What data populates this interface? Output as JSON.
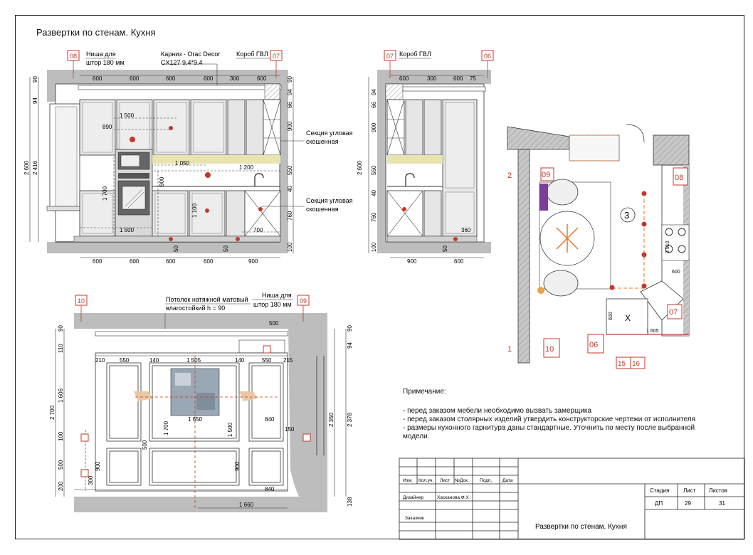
{
  "sheet": {
    "title": "Развертки по стенам. Кухня"
  },
  "elevation_a": {
    "tags": {
      "left": "08",
      "right": "07"
    },
    "niche_label_1": "Ниша для",
    "niche_label_2": "штор 180 мм",
    "cornice_label_1": "Карниз - Orac Decor",
    "cornice_label_2": "CX127 9.4*9.4",
    "box_label": "Короб ГВЛ",
    "top_dims": [
      "600",
      "600",
      "600",
      "600",
      "300",
      "600"
    ],
    "bottom_dims": [
      "600",
      "600",
      "600",
      "600",
      "900"
    ],
    "left_dims": [
      "2 600",
      "2 416",
      "90",
      "94"
    ],
    "right_dims": [
      "90",
      "94",
      "66",
      "900",
      "550",
      "40",
      "760",
      "100"
    ],
    "inner_dims": [
      "1 500",
      "890",
      "1 050",
      "1 200",
      "1 700",
      "900",
      "1 100",
      "1 500",
      "700",
      "50",
      "50"
    ],
    "section_label_1": "Секция угловая",
    "section_label_2": "скошенная",
    "section_label_3": "Секция угловая",
    "section_label_4": "скошенная"
  },
  "elevation_b": {
    "tags": {
      "left": "07",
      "right": "06"
    },
    "box_label": "Короб ГВЛ",
    "top_dims": [
      "600",
      "300",
      "600",
      "75"
    ],
    "bottom_dims": [
      "900",
      "600"
    ],
    "left_dims": [
      "2 600",
      "94",
      "66",
      "900",
      "550",
      "40",
      "760",
      "100"
    ],
    "inner_dims": [
      "360",
      "50"
    ]
  },
  "elevation_c": {
    "tags": {
      "left": "10",
      "right": "09"
    },
    "ceiling_label_1": "Потолок натяжной матовый",
    "ceiling_label_2": "влагостойкий h = 90",
    "niche_label_1": "Ниша для",
    "niche_label_2": "штор 180 мм",
    "top_dims": [
      "500"
    ],
    "panel_dims": [
      "210",
      "550",
      "140",
      "1 505",
      "140",
      "550",
      "215"
    ],
    "left_dims": [
      "2 700",
      "90",
      "110",
      "1 606",
      "100",
      "500",
      "200"
    ],
    "right_dims": [
      "90",
      "94",
      "2 350",
      "2 378",
      "138"
    ],
    "inner_dims": [
      "1 650",
      "840",
      "150",
      "1 700",
      "1 500",
      "500",
      "900",
      "900",
      "840",
      "300"
    ],
    "bottom_dim": "1 660"
  },
  "plan": {
    "room_number": "3",
    "tags": [
      "09",
      "08",
      "07",
      "06",
      "10",
      "15",
      "16"
    ],
    "wall_labels": [
      "2",
      "1"
    ],
    "dims": [
      "3 910",
      "600",
      "1 605",
      "600"
    ],
    "sink_label": "X"
  },
  "notes": {
    "heading": "Примечание:",
    "items": [
      "- перед заказом мебели необходимо вызвать замерщика",
      "- перед заказом столярных изделий утвердить конструкторские чертежи от исполнителя",
      "- размеры кухонного гарнитура даны стандартные. Уточнить по месту после выбранной",
      "модели."
    ]
  },
  "title_block": {
    "headers": [
      "Изм.",
      "Кол.уч.",
      "Лист",
      "№Док.",
      "Подп.",
      "Дата"
    ],
    "designer_role": "Дизайнер",
    "designer_name": "Хасканова Ф.У.",
    "customer_role": "Заказчик",
    "stage_header": "Стадия",
    "sheet_header": "Лист",
    "sheets_header": "Листов",
    "stage": "ДП",
    "sheet": "29",
    "sheets": "31",
    "drawing_title": "Развертки по стенам. Кухня"
  },
  "colors": {
    "tag": "#c0392b",
    "wall_fill": "#bdbdbd",
    "cabinet_fill": "#e6e6e6",
    "highlight": "#e8e4b0",
    "accent": "#e8762b",
    "purple": "#7a3e9d"
  }
}
